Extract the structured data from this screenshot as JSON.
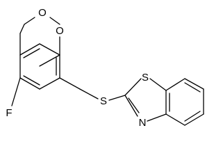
{
  "atoms": {
    "o_upper": "O",
    "o_lower": "O",
    "s_thioether": "S",
    "s_thiazole": "S",
    "n_thiazole": "N",
    "fluorine": "F"
  }
}
